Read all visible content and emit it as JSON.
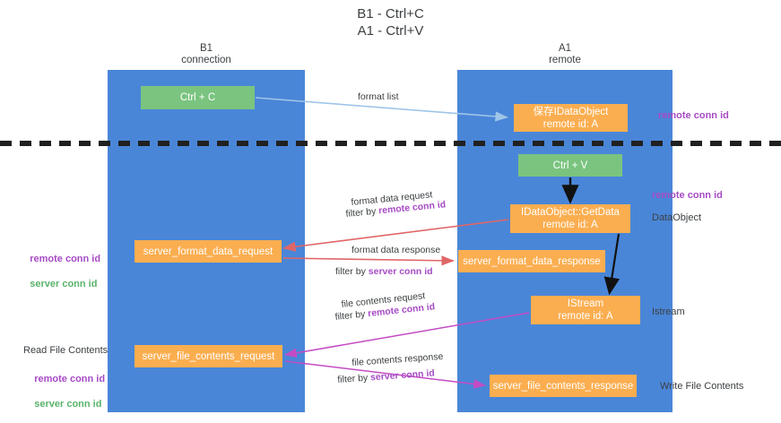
{
  "title": "B1 - Ctrl+C\nA1 - Ctrl+V",
  "columns": {
    "left": {
      "name": "B1",
      "role": "connection",
      "label": "B1\nconnection"
    },
    "right": {
      "name": "A1",
      "role": "remote",
      "label": "A1\nremote"
    }
  },
  "nodes": {
    "ctrl_c": {
      "label": "Ctrl + C",
      "color": "#7ac47f",
      "lane": "B1"
    },
    "save_dataobject": {
      "label": "保存IDataObject\nremote id: A",
      "color": "#fbae50",
      "lane": "A1"
    },
    "ctrl_v": {
      "label": "Ctrl + V",
      "color": "#7ac47f",
      "lane": "A1"
    },
    "getdata": {
      "label": "IDataObject::GetData\nremote id: A",
      "color": "#fbae50",
      "lane": "A1"
    },
    "server_format_data_request": {
      "label": "server_format_data_request",
      "color": "#fbae50",
      "lane": "B1"
    },
    "server_format_data_response": {
      "label": "server_format_data_response",
      "color": "#fbae50",
      "lane": "A1"
    },
    "istream": {
      "label": "IStream\nremote id: A",
      "color": "#fbae50",
      "lane": "A1"
    },
    "server_file_contents_request": {
      "label": "server_file_contents_request",
      "color": "#fbae50",
      "lane": "B1"
    },
    "server_file_contents_response": {
      "label": "server_file_contents_response",
      "color": "#fbae50",
      "lane": "A1"
    }
  },
  "edges": [
    {
      "id": "format_list",
      "label": "format list",
      "filter": "",
      "color": "#9fc5e8"
    },
    {
      "id": "format_data_request",
      "label": "format data request",
      "filter_prefix": "filter by ",
      "filter": "remote conn id",
      "color": "#e06666"
    },
    {
      "id": "format_data_response",
      "label": "format data response",
      "filter_prefix": "filter by ",
      "filter": "server conn id",
      "color": "#e06666"
    },
    {
      "id": "file_contents_request",
      "label": "file contents request",
      "filter_prefix": "filter by ",
      "filter": "remote conn id",
      "color": "#c44bc4"
    },
    {
      "id": "file_contents_response",
      "label": "file contents response",
      "filter_prefix": "filter by ",
      "filter": "server conn id",
      "color": "#c44bc4"
    }
  ],
  "annotations": {
    "right_remote_conn_id_1": "remote conn id",
    "right_remote_conn_id_2": "remote conn id",
    "dataobject": "DataObject",
    "istream": "Istream",
    "write_file_contents": "Write File Contents",
    "read_file_contents": "Read File Contents",
    "left_remote_conn_id": "remote conn id",
    "left_server_conn_id": "server conn id",
    "left_remote_conn_id_2": "remote conn id",
    "left_server_conn_id_2": "server conn id"
  },
  "colors": {
    "lane": "#4a86d8",
    "green_node": "#7ac47f",
    "orange_node": "#fbae50",
    "purple_text": "#a64bc4",
    "green_text": "#59b36b",
    "red_arrow": "#e06666",
    "magenta_arrow": "#c44bc4",
    "blue_arrow": "#9fc5e8",
    "divider": "#202020"
  }
}
